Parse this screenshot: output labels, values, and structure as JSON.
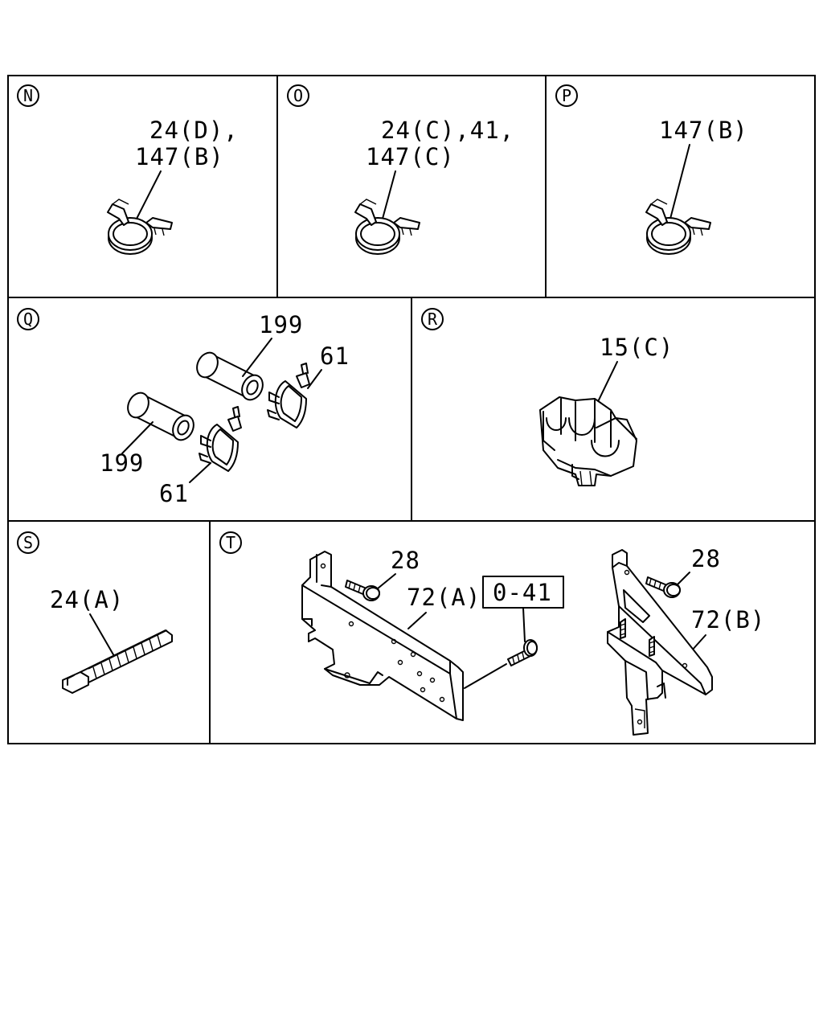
{
  "panels": {
    "N": {
      "letter": "N",
      "labels": [
        "24(D),",
        "147(B)"
      ]
    },
    "O": {
      "letter": "O",
      "labels": [
        "24(C),41,",
        "147(C)"
      ]
    },
    "P": {
      "letter": "P",
      "labels": [
        "147(B)"
      ]
    },
    "Q": {
      "letter": "Q",
      "labels": [
        "199",
        "61",
        "199",
        "61"
      ]
    },
    "R": {
      "letter": "R",
      "labels": [
        "15(C)"
      ]
    },
    "S": {
      "letter": "S",
      "labels": [
        "24(A)"
      ]
    },
    "T": {
      "letter": "T",
      "labels": [
        "28",
        "72(A)",
        "0-41",
        "28",
        "72(B)"
      ]
    }
  }
}
